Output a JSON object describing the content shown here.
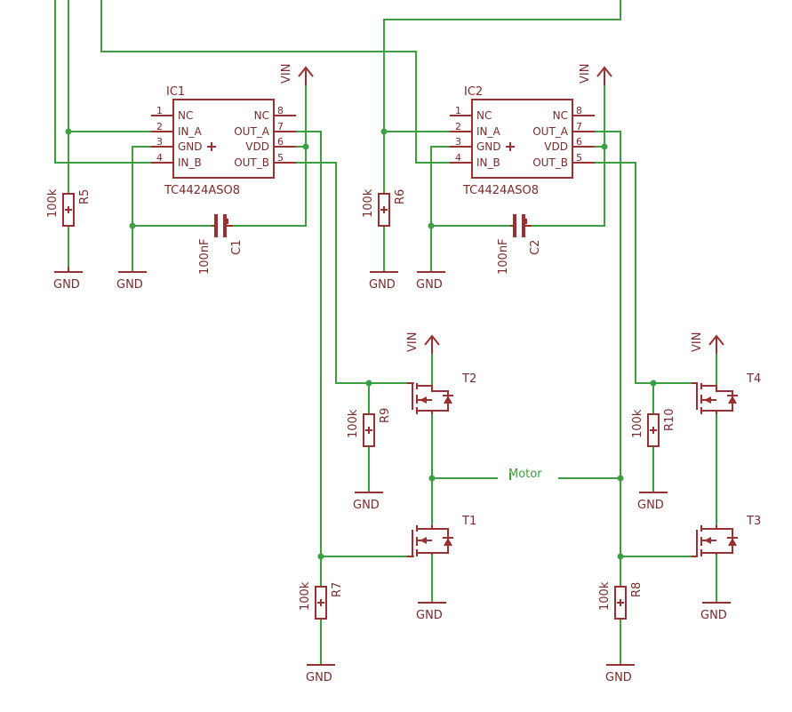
{
  "ics": [
    {
      "name": "IC1",
      "part": "TC4424ASO8"
    },
    {
      "name": "IC2",
      "part": "TC4424ASO8"
    }
  ],
  "ic_pins_left": [
    {
      "num": "1",
      "name": "NC"
    },
    {
      "num": "2",
      "name": "IN_A"
    },
    {
      "num": "3",
      "name": "GND"
    },
    {
      "num": "4",
      "name": "IN_B"
    }
  ],
  "ic_pins_right": [
    {
      "num": "8",
      "name": "NC"
    },
    {
      "num": "7",
      "name": "OUT_A"
    },
    {
      "num": "6",
      "name": "VDD"
    },
    {
      "num": "5",
      "name": "OUT_B"
    }
  ],
  "capacitors": [
    {
      "name": "C1",
      "value": "100nF"
    },
    {
      "name": "C2",
      "value": "100nF"
    }
  ],
  "resistors": [
    {
      "name": "R5",
      "value": "100k"
    },
    {
      "name": "R6",
      "value": "100k"
    },
    {
      "name": "R7",
      "value": "100k"
    },
    {
      "name": "R8",
      "value": "100k"
    },
    {
      "name": "R9",
      "value": "100k"
    },
    {
      "name": "R10",
      "value": "100k"
    }
  ],
  "transistors": [
    "T1",
    "T2",
    "T3",
    "T4"
  ],
  "supply": {
    "vin": "VIN",
    "gnd": "GND"
  },
  "net_motor": "Motor"
}
